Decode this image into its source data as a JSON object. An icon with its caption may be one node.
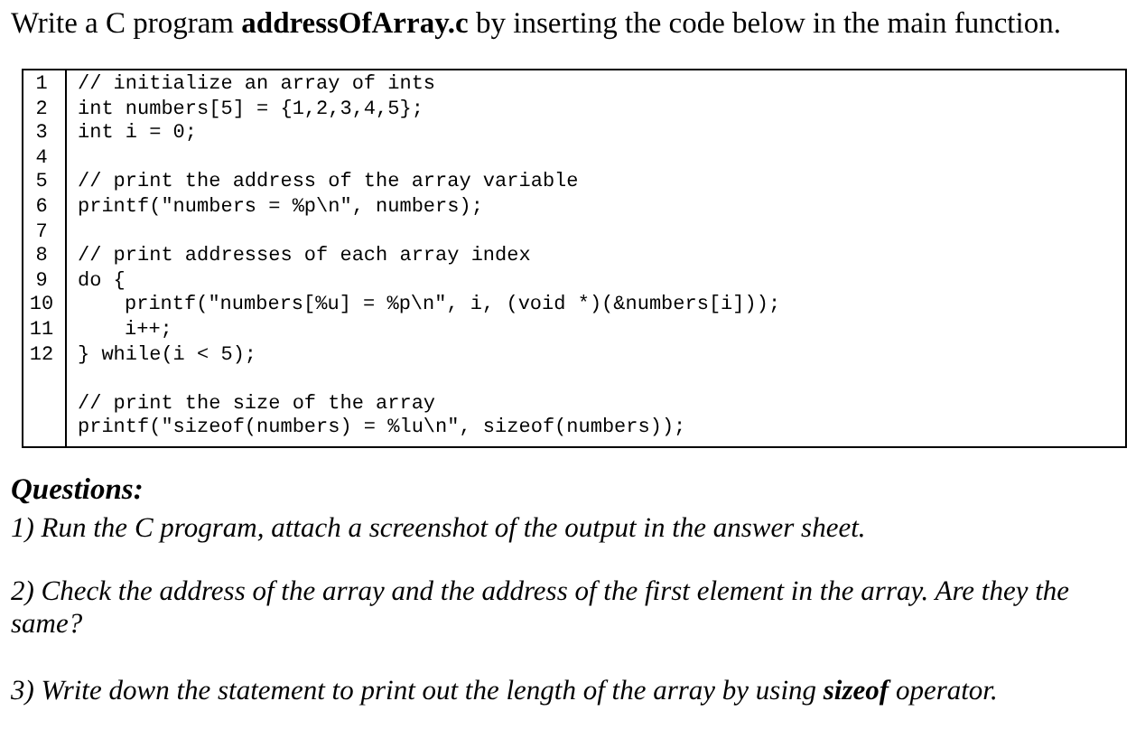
{
  "diagram": {
    "title": "Write a C program **addressOfArray.c** by inserting the code below in the main function.",
    "labels": [
      "1",
      "// initialize an array of ints",
      "2",
      "int numbers[5] = {1,2,3,4,5};",
      "3",
      "int i = 0;",
      "4",
      "5",
      "// print the address of the array variable",
      "6",
      "printf(\"numbers = %p\\n\", numbers);",
      "7",
      "8",
      "// print addresses of each array index",
      "9",
      "do {",
      "10",
      "printf(\"numbers[%u] = %p\\n\", i, (void *)(&numbers[i]));",
      "11",
      "i++;",
      "12",
      "} while(i < 5);",
      "// print the size of the array",
      "printf(\"sizeof(numbers) = %lu\\n\", sizeof(numbers));",
      "Questions:",
      "1) Run the C program, attach a screenshot of the output in the answer sheet.",
      "2) Check the address of the array and the address of the first element in the array. Are they the same?",
      "3) Write down the statement to print out the length of the array by using **sizeof** operator."
    ]
  }
}
